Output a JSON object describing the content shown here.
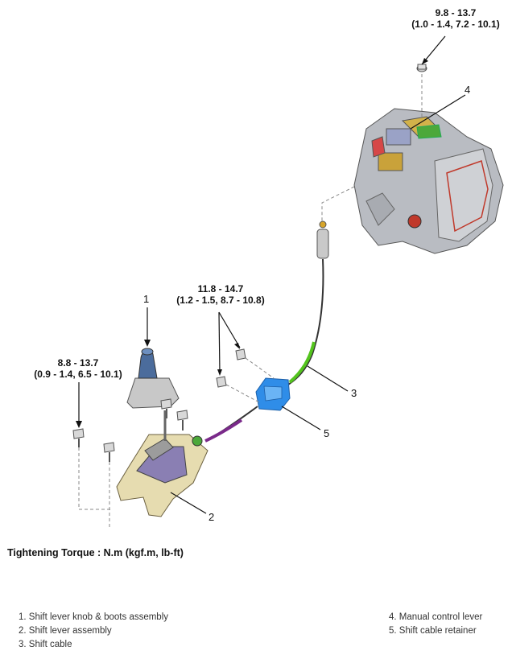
{
  "torques": {
    "top": {
      "nm": "9.8 - 13.7",
      "alt": "(1.0 - 1.4, 7.2 - 10.1)"
    },
    "middle": {
      "nm": "11.8 - 14.7",
      "alt": "(1.2 - 1.5, 8.7 - 10.8)"
    },
    "left": {
      "nm": "8.8 - 13.7",
      "alt": "(0.9 - 1.4, 6.5 - 10.1)"
    }
  },
  "callouts": {
    "c1": "1",
    "c2": "2",
    "c3": "3",
    "c4": "4",
    "c5": "5"
  },
  "heading": "Tightening Torque : N.m (kgf.m, lb-ft)",
  "legend": {
    "left": [
      "1. Shift lever knob & boots assembly",
      "2. Shift lever assembly",
      "3. Shift cable"
    ],
    "right": [
      "4. Manual control lever",
      "5. Shift cable retainer"
    ]
  },
  "colors": {
    "cable_green": "#54c41e",
    "cable_purple": "#7a2a8a",
    "retainer_blue": "#2f8de8",
    "bracket_cream": "#e6dcb0",
    "transaxle_gray": "#b9bcc2"
  }
}
